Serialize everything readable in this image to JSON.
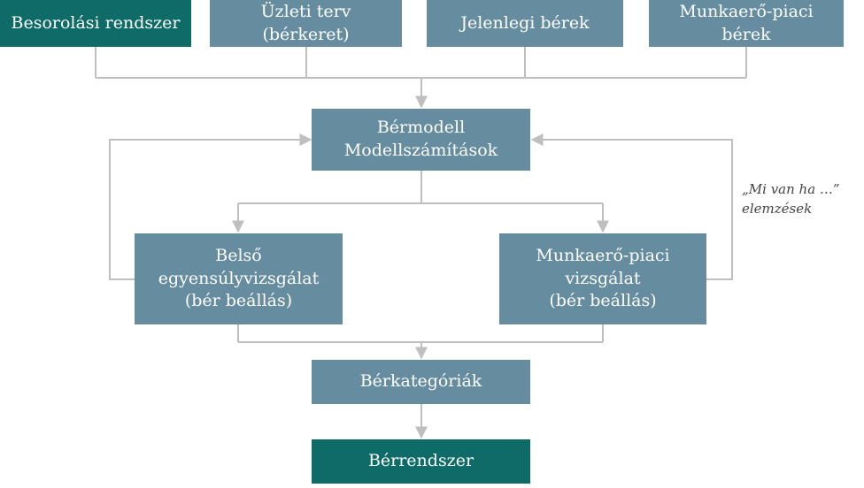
{
  "inputs": [
    {
      "label": "Besorolási rendszer",
      "color": "#0f6b68"
    },
    {
      "label": "Üzleti terv (bérkeret)",
      "color": "#668d9f"
    },
    {
      "label": "Jelenlegi bérek",
      "color": "#668d9f"
    },
    {
      "label": "Munkaerő-piaci bérek",
      "color": "#668d9f"
    }
  ],
  "model": {
    "line1": "Bérmodell",
    "line2": "Modellszámítások"
  },
  "internal": {
    "line1": "Belső",
    "line2": "egyensúlyvizsgálat",
    "line3": "(bér beállás)"
  },
  "market": {
    "line1": "Munkaerő-piaci",
    "line2": "vizsgálat",
    "line3": "(bér beállás)"
  },
  "categories": "Bérkategóriák",
  "result": "Bérrendszer",
  "whatif": {
    "line1": "„Mi van ha …”",
    "line2": "elemzések"
  },
  "colors": {
    "teal": "#0f6b68",
    "steel": "#668d9f",
    "connector": "#bfbfbf"
  }
}
